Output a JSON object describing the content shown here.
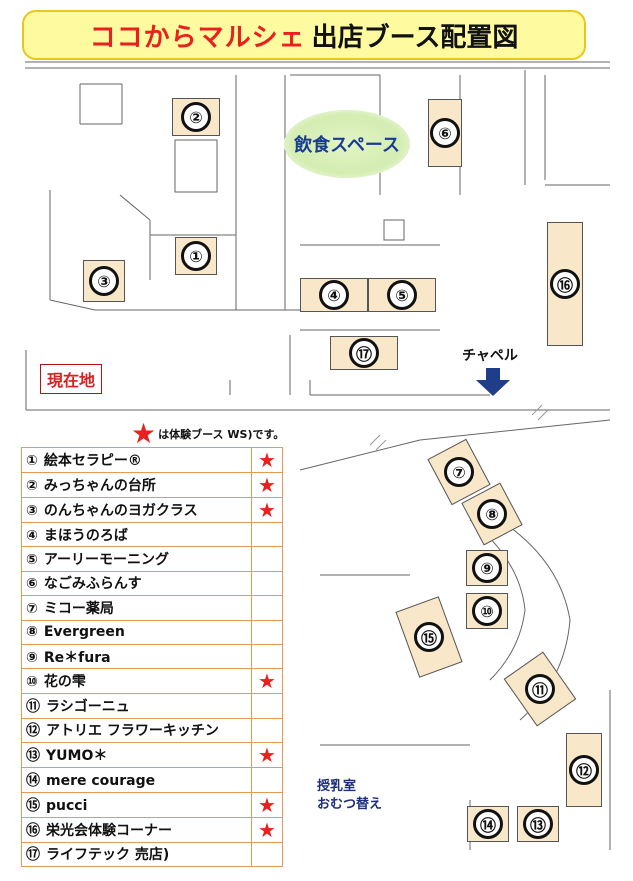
{
  "title": {
    "red": "ココからマルシェ",
    "black": "出店ブース配置図"
  },
  "dining_area": "飲食スペース",
  "current_location": "現在地",
  "chapel": "チャペル",
  "nursing_room": [
    "授乳室",
    "おむつ替え"
  ],
  "legend_note": "は体験ブース WS)です。",
  "booths": [
    {
      "num": "②"
    },
    {
      "num": "⑥"
    },
    {
      "num": "①"
    },
    {
      "num": "③"
    },
    {
      "num": "④"
    },
    {
      "num": "⑤"
    },
    {
      "num": "⑯"
    },
    {
      "num": "⑰"
    },
    {
      "num": "⑦"
    },
    {
      "num": "⑧"
    },
    {
      "num": "⑨"
    },
    {
      "num": "⑩"
    },
    {
      "num": "⑮"
    },
    {
      "num": "⑪"
    },
    {
      "num": "⑫"
    },
    {
      "num": "⑭"
    },
    {
      "num": "⑬"
    }
  ],
  "vendors": [
    {
      "num": "①",
      "name": "絵本セラピー®",
      "star": "★"
    },
    {
      "num": "②",
      "name": "みっちゃんの台所",
      "star": "★"
    },
    {
      "num": "③",
      "name": "のんちゃんのヨガクラス",
      "star": "★"
    },
    {
      "num": "④",
      "name": "まほうのろば",
      "star": ""
    },
    {
      "num": "⑤",
      "name": "アーリーモーニング",
      "star": ""
    },
    {
      "num": "⑥",
      "name": "なごみふらんす",
      "star": ""
    },
    {
      "num": "⑦",
      "name": "ミコー薬局",
      "star": ""
    },
    {
      "num": "⑧",
      "name": "Evergreen",
      "star": ""
    },
    {
      "num": "⑨",
      "name": "Re＊fura",
      "star": ""
    },
    {
      "num": "⑩",
      "name": "花の雫",
      "star": "★"
    },
    {
      "num": "⑪",
      "name": "ラシゴーニュ",
      "star": ""
    },
    {
      "num": "⑫",
      "name": "アトリエ フラワーキッチン",
      "star": ""
    },
    {
      "num": "⑬",
      "name": "YUMO＊",
      "star": "★"
    },
    {
      "num": "⑭",
      "name": "mere courage",
      "star": ""
    },
    {
      "num": "⑮",
      "name": "pucci",
      "star": "★"
    },
    {
      "num": "⑯",
      "name": "栄光会体験コーナー",
      "star": "★"
    },
    {
      "num": "⑰",
      "name": "ライフテック 売店)",
      "star": ""
    }
  ]
}
